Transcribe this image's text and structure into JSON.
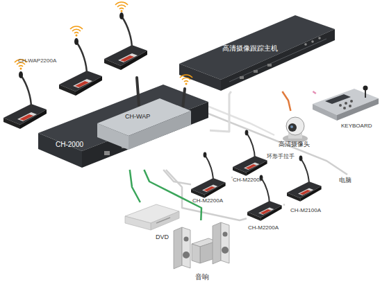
{
  "diagram": {
    "nodes": [
      {
        "text": [
          "高清摄像跟踪主机"
        ]
      },
      {
        "text": [
          "CH-2000"
        ]
      },
      {
        "text": [
          "CH-WAP"
        ],
        "in": 1
      },
      {
        "text": [
          "KEYBOARD"
        ]
      },
      {
        "text": [
          "高清摄像头"
        ]
      },
      {
        "text": [
          "CH-M2200A"
        ]
      },
      {
        "text": [
          "CH-M2200A"
        ]
      },
      {
        "text": [
          "CH-M2100A"
        ]
      },
      {
        "text": [
          "CH-M2200A"
        ]
      },
      {
        "text": [
          "DVD"
        ]
      },
      {
        "text": [
          "音响"
        ]
      }
    ],
    "edges": [
      {
        "from": 1,
        "to": 0,
        "arrow": "none"
      },
      {
        "from": 0,
        "to": 4,
        "arrow": "none"
      },
      {
        "from": 0,
        "to": 3,
        "arrow": "none"
      },
      {
        "from": 1,
        "to": 6,
        "arrow": "none"
      },
      {
        "from": 6,
        "to": 5,
        "arrow": "none"
      },
      {
        "from": 1,
        "to": 8,
        "arrow": "none"
      },
      {
        "from": 8,
        "to": 7,
        "arrow": "none"
      },
      {
        "from": 1,
        "to": 9,
        "arrow": "none"
      },
      {
        "from": 1,
        "to": 10,
        "arrow": "none"
      }
    ],
    "labels": [
      "CH-WAP2200A",
      "环形手拉手",
      "电脑"
    ]
  }
}
